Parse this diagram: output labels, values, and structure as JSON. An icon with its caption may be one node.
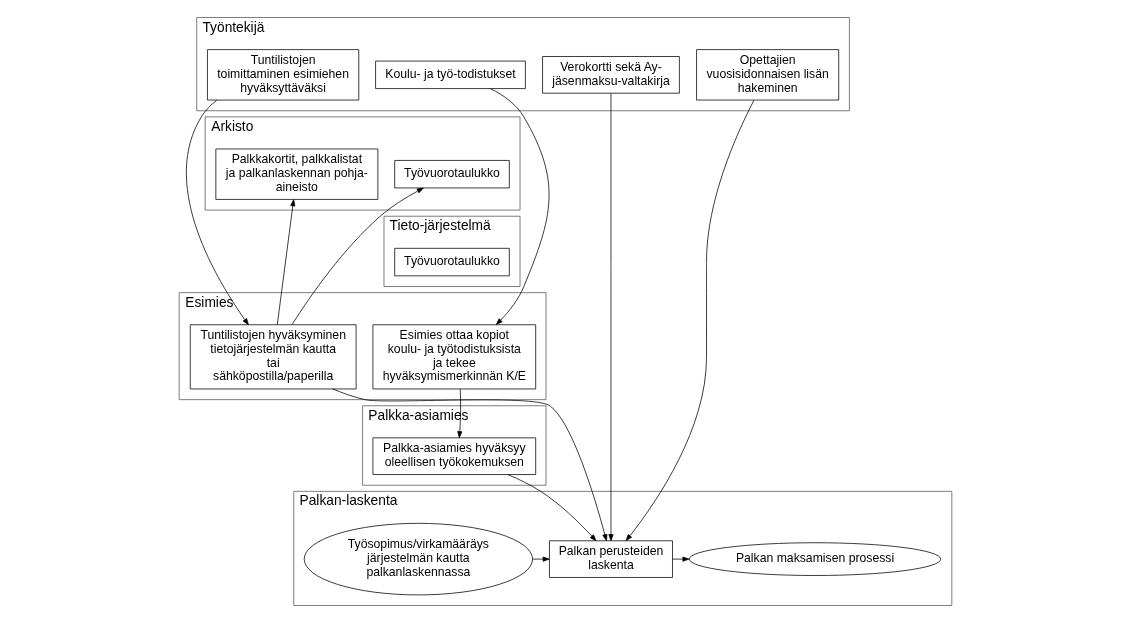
{
  "diagram": {
    "nodes": [
      {
        "text": [
          "Työntekijä"
        ]
      },
      {
        "text": [
          "Koulu- ja työ-todistukset"
        ],
        "in": 0
      },
      {
        "text": [
          "Verokortti sekä Ay-jäsenmaksu-valtakirja"
        ],
        "in": 0
      },
      {
        "text": [
          "Opettajien vuosisidonnaisen lisän hakeminen"
        ],
        "in": 0
      },
      {
        "text": [
          "Tuntilistojen toimittaminen esimiehen hyväksyttäväksi"
        ],
        "in": 0
      },
      {
        "text": [
          "Arkisto"
        ]
      },
      {
        "text": [
          "Työvuorotaulukko"
        ],
        "in": 5
      },
      {
        "text": [
          "Palkkakortit, palkkalistat ja palkanlaskennan pohja-aineisto"
        ],
        "in": 5
      },
      {
        "text": [
          "Tieto-järjestelmä"
        ]
      },
      {
        "text": [
          "Työvuorotaulukko"
        ],
        "in": 8
      },
      {
        "text": [
          "Esimies"
        ]
      },
      {
        "text": [
          "Esimies ottaa kopiot koulu- ja työtodistuksista ja tekee hyväksymismerkinnän K/E"
        ],
        "in": 10
      },
      {
        "text": [
          "Tuntilistojen hyväksyminen tietojärjestelmän kautta  tai sähköpostilla/paperilla"
        ],
        "in": 10
      },
      {
        "text": [
          "Palkka-asiamies"
        ]
      },
      {
        "text": [
          "Palkka-asiamies hyväksyy oleellisen työkokemuksen"
        ],
        "in": 13
      },
      {
        "text": [
          "Palkan-laskenta"
        ]
      },
      {
        "text": [
          "Työsopimus/virkamääräys järjestelmän kautta palkanlaskennassa"
        ],
        "in": 15
      },
      {
        "text": [
          "Palkan perusteiden laskenta"
        ],
        "in": 15
      },
      {
        "text": [
          "Palkan maksamisen prosessi"
        ],
        "in": 15
      }
    ],
    "edges": [
      {
        "from": 1,
        "to": 11,
        "arrow": "to"
      },
      {
        "from": 11,
        "to": 14,
        "arrow": "to"
      },
      {
        "from": 14,
        "to": 17,
        "arrow": "to"
      },
      {
        "from": 2,
        "to": 17,
        "arrow": "to"
      },
      {
        "from": 3,
        "to": 17,
        "arrow": "to"
      },
      {
        "from": 4,
        "to": 12,
        "arrow": "to"
      },
      {
        "from": 12,
        "to": 6,
        "arrow": "to"
      },
      {
        "from": 12,
        "to": 7,
        "arrow": "to"
      },
      {
        "from": 12,
        "to": 17,
        "arrow": "to"
      },
      {
        "from": 16,
        "to": 17,
        "arrow": "to"
      },
      {
        "from": 17,
        "to": 18,
        "arrow": "to"
      }
    ]
  }
}
